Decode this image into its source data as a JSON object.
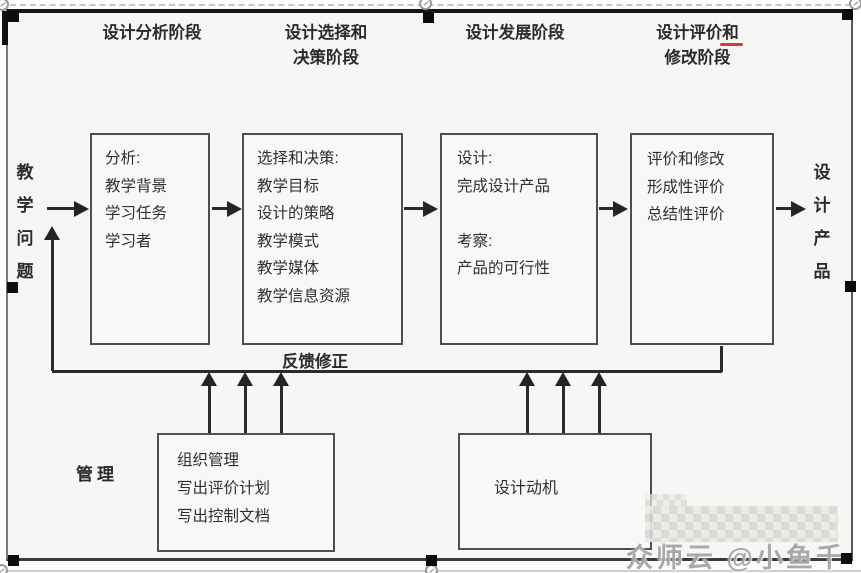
{
  "diagram": {
    "phase_headers": [
      {
        "label": "设计分析阶段"
      },
      {
        "label": "设计选择和\n决策阶段"
      },
      {
        "label": "设计发展阶段"
      },
      {
        "label": "设计评价和\n修改阶段"
      }
    ],
    "io": {
      "input_label": "教学问题",
      "output_label": "设计产品"
    },
    "stage_boxes": [
      {
        "id": "analysis",
        "text": "分析:\n教学背景\n学习任务\n学习者"
      },
      {
        "id": "selection",
        "text": "选择和决策:\n教学目标\n设计的策略\n教学模式\n教学媒体\n教学信息资源"
      },
      {
        "id": "design",
        "text": "设计:\n完成设计产品\n\n考察:\n产品的可行性"
      },
      {
        "id": "evaluation",
        "text": "评价和修改\n形成性评价\n总结性评价"
      }
    ],
    "feedback_label": "反馈修正",
    "management_label": "管理",
    "support_boxes": [
      {
        "id": "management",
        "text": "组织管理\n写出评价计划\n写出控制文档"
      },
      {
        "id": "motivation",
        "text": "设计动机"
      }
    ],
    "colors": {
      "connector": "#2a2a2a",
      "box_border": "#4f4f4f",
      "spellcheck_underline": "#d43a3a",
      "watermark_gray": "#969696"
    }
  },
  "watermark": "众师云 @小鱼千"
}
